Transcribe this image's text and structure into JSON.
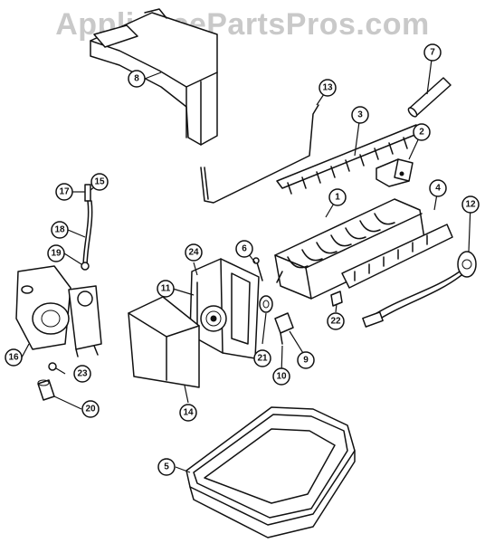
{
  "watermark": "AppliancePartsPros.com",
  "callouts": [
    "1",
    "2",
    "3",
    "4",
    "5",
    "6",
    "7",
    "8",
    "9",
    "10",
    "11",
    "12",
    "13",
    "14",
    "15",
    "16",
    "17",
    "18",
    "19",
    "20",
    "21",
    "22",
    "23",
    "24"
  ]
}
